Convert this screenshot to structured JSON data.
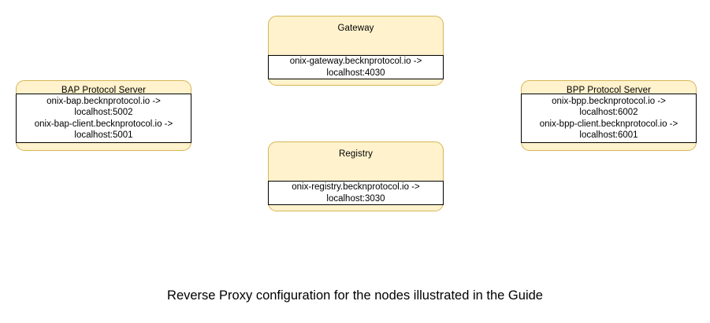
{
  "diagram": {
    "caption": "Reverse Proxy configuration for the nodes illustrated in the Guide",
    "colors": {
      "node_fill": "#FFF2CC",
      "node_border": "#D6B656",
      "panel_fill": "#FFFFFF",
      "panel_border": "#000000",
      "text": "#000000",
      "background": "#FFFFFF"
    },
    "nodes": [
      {
        "id": "gateway",
        "title": "Gateway",
        "mappings": [
          {
            "line1": "onix-gateway.becknprotocol.io ->",
            "line2": "localhost:4030"
          }
        ]
      },
      {
        "id": "bap",
        "title": "BAP Protocol Server",
        "mappings": [
          {
            "line1": "onix-bap.becknprotocol.io ->",
            "line2": "localhost:5002"
          },
          {
            "line1": "onix-bap-client.becknprotocol.io ->",
            "line2": "localhost:5001"
          }
        ]
      },
      {
        "id": "bpp",
        "title": "BPP Protocol Server",
        "mappings": [
          {
            "line1": "onix-bpp.becknprotocol.io ->",
            "line2": "localhost:6002"
          },
          {
            "line1": "onix-bpp-client.becknprotocol.io ->",
            "line2": "localhost:6001"
          }
        ]
      },
      {
        "id": "registry",
        "title": "Registry",
        "mappings": [
          {
            "line1": "onix-registry.becknprotocol.io ->",
            "line2": "localhost:3030"
          }
        ]
      }
    ]
  }
}
